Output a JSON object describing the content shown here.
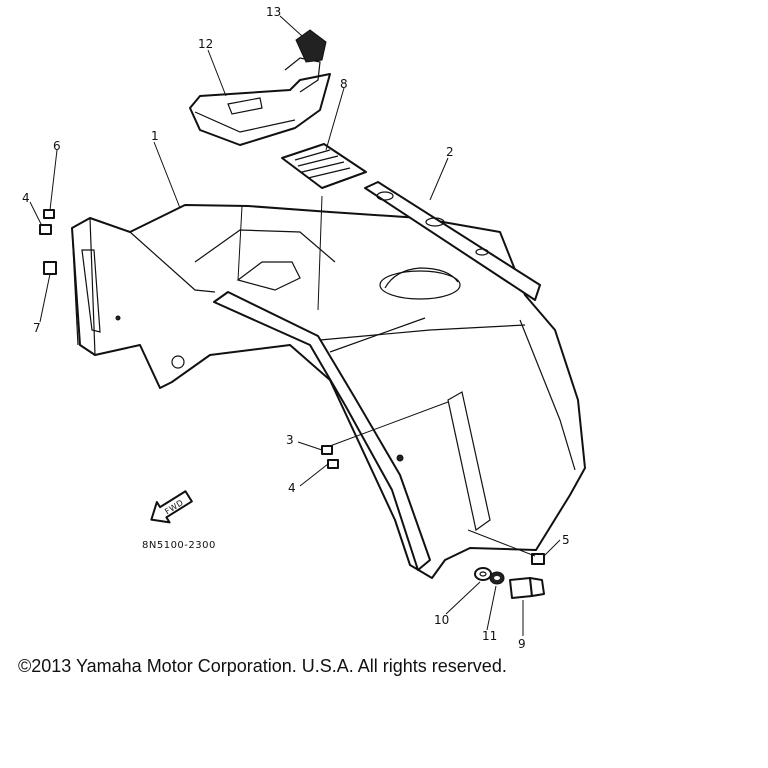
{
  "labels": {
    "p1": "1",
    "p2": "2",
    "p3": "3",
    "p4a": "4",
    "p4b": "4",
    "p5": "5",
    "p6": "6",
    "p7": "7",
    "p8": "8",
    "p9": "9",
    "p10": "10",
    "p11": "11",
    "p12": "12",
    "p13": "13"
  },
  "fwd_mark": "FWD",
  "drawing_code": "8N5100-2300",
  "copyright": "©2013 Yamaha Motor Corporation. U.S.A. All rights reserved."
}
